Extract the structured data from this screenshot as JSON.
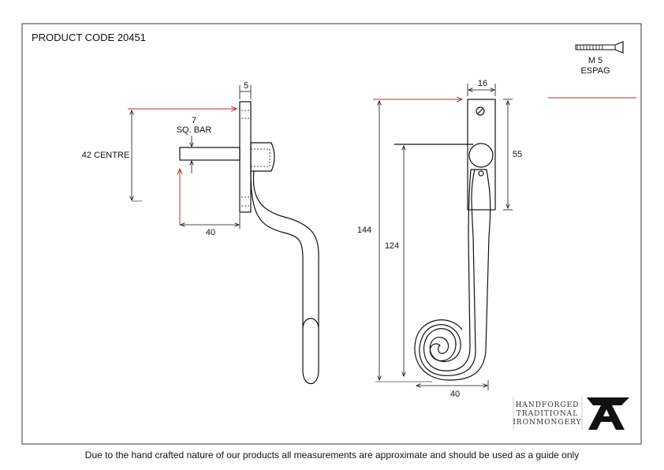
{
  "title": "PRODUCT CODE 20451",
  "screw": {
    "size": "M 5",
    "type": "ESPAG"
  },
  "side_view": {
    "plate_thickness": "5",
    "bar_size": "7",
    "bar_label": "SQ. BAR",
    "centre_label": "42 CENTRE",
    "bar_length": "40"
  },
  "front_view": {
    "width": "16",
    "plate_height": "55",
    "overall_height": "144",
    "lever_height": "124",
    "spiral_width": "40"
  },
  "brand": {
    "lines": [
      "HANDFORGED",
      "TRADITIONAL",
      "IRONMONGERY"
    ],
    "logo_letter": "A"
  },
  "footer": "Due to the hand crafted nature of our products all measurements are approximate and should be used as a guide only",
  "colors": {
    "red_guide": "#c0272d",
    "line": "#111111"
  }
}
